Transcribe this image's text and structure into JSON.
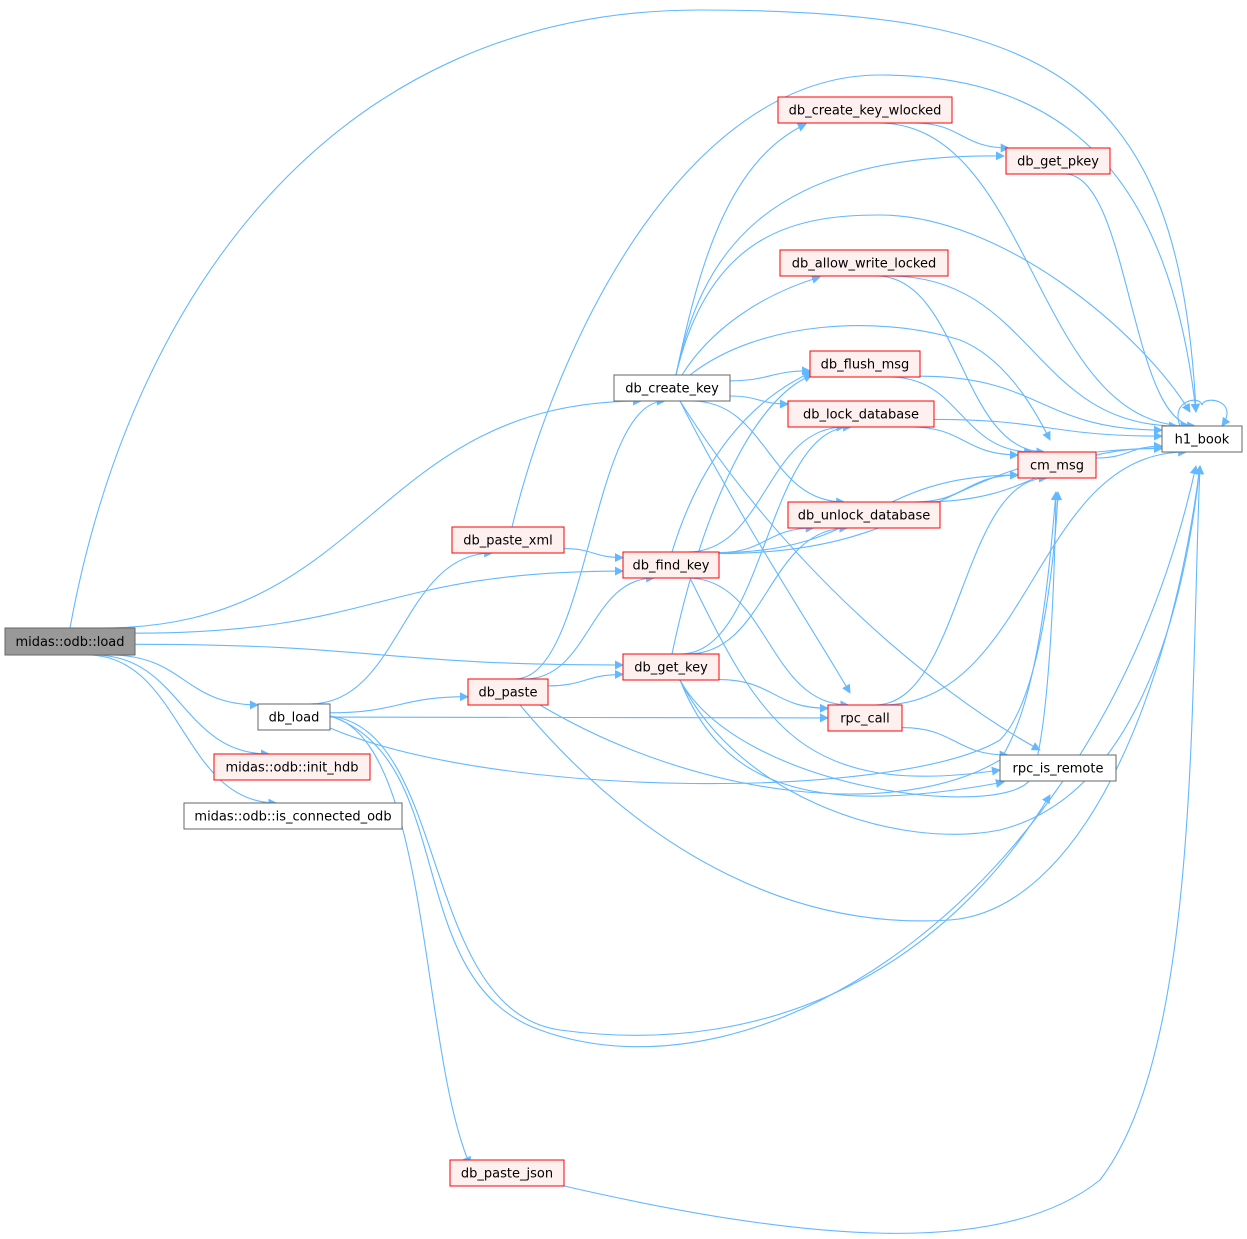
{
  "graph": {
    "colors": {
      "edge": "#63b8ff",
      "root_fill": "#999999",
      "root_stroke": "#666666",
      "plain_fill": "#ffffff",
      "plain_stroke": "#666666",
      "red_fill": "#fff0f0",
      "red_stroke": "#ff0000",
      "text": "#000000"
    },
    "nodes": [
      {
        "id": "load",
        "label": "midas::odb::load",
        "style": "root"
      },
      {
        "id": "db_load",
        "label": "db_load",
        "style": "plain"
      },
      {
        "id": "init_hdb",
        "label": "midas::odb::init_hdb",
        "style": "red"
      },
      {
        "id": "is_conn",
        "label": "midas::odb::is_connected_odb",
        "style": "plain"
      },
      {
        "id": "paste_xml",
        "label": "db_paste_xml",
        "style": "red"
      },
      {
        "id": "paste",
        "label": "db_paste",
        "style": "red"
      },
      {
        "id": "paste_json",
        "label": "db_paste_json",
        "style": "red"
      },
      {
        "id": "create_key",
        "label": "db_create_key",
        "style": "plain"
      },
      {
        "id": "find_key",
        "label": "db_find_key",
        "style": "red"
      },
      {
        "id": "get_key",
        "label": "db_get_key",
        "style": "red"
      },
      {
        "id": "ck_wlocked",
        "label": "db_create_key_wlocked",
        "style": "red"
      },
      {
        "id": "get_pkey",
        "label": "db_get_pkey",
        "style": "red"
      },
      {
        "id": "allow_wl",
        "label": "db_allow_write_locked",
        "style": "red"
      },
      {
        "id": "flush_msg",
        "label": "db_flush_msg",
        "style": "red"
      },
      {
        "id": "lock_db",
        "label": "db_lock_database",
        "style": "red"
      },
      {
        "id": "unlock_db",
        "label": "db_unlock_database",
        "style": "red"
      },
      {
        "id": "cm_msg",
        "label": "cm_msg",
        "style": "red"
      },
      {
        "id": "rpc_call",
        "label": "rpc_call",
        "style": "red"
      },
      {
        "id": "rpc_remote",
        "label": "rpc_is_remote",
        "style": "plain"
      },
      {
        "id": "h1_book",
        "label": "h1_book",
        "style": "plain"
      }
    ],
    "edges": [
      [
        "load",
        "h1_book"
      ],
      [
        "load",
        "create_key"
      ],
      [
        "load",
        "find_key"
      ],
      [
        "load",
        "get_key"
      ],
      [
        "load",
        "db_load"
      ],
      [
        "load",
        "init_hdb"
      ],
      [
        "load",
        "is_conn"
      ],
      [
        "db_load",
        "paste_xml"
      ],
      [
        "db_load",
        "paste"
      ],
      [
        "db_load",
        "rpc_call"
      ],
      [
        "db_load",
        "rpc_remote"
      ],
      [
        "db_load",
        "cm_msg"
      ],
      [
        "db_load",
        "h1_book"
      ],
      [
        "db_load",
        "paste_json"
      ],
      [
        "paste_xml",
        "h1_book"
      ],
      [
        "paste_xml",
        "find_key"
      ],
      [
        "paste",
        "create_key"
      ],
      [
        "paste",
        "find_key"
      ],
      [
        "paste",
        "get_key"
      ],
      [
        "paste",
        "cm_msg"
      ],
      [
        "paste",
        "h1_book"
      ],
      [
        "paste_json",
        "h1_book"
      ],
      [
        "create_key",
        "ck_wlocked"
      ],
      [
        "create_key",
        "get_pkey"
      ],
      [
        "create_key",
        "h1_book"
      ],
      [
        "create_key",
        "allow_wl"
      ],
      [
        "create_key",
        "cm_msg"
      ],
      [
        "create_key",
        "flush_msg"
      ],
      [
        "create_key",
        "lock_db"
      ],
      [
        "create_key",
        "unlock_db"
      ],
      [
        "create_key",
        "rpc_call"
      ],
      [
        "create_key",
        "rpc_remote"
      ],
      [
        "find_key",
        "flush_msg"
      ],
      [
        "find_key",
        "lock_db"
      ],
      [
        "find_key",
        "cm_msg"
      ],
      [
        "find_key",
        "unlock_db"
      ],
      [
        "find_key",
        "h1_book"
      ],
      [
        "find_key",
        "rpc_call"
      ],
      [
        "find_key",
        "rpc_remote"
      ],
      [
        "get_key",
        "flush_msg"
      ],
      [
        "get_key",
        "lock_db"
      ],
      [
        "get_key",
        "unlock_db"
      ],
      [
        "get_key",
        "cm_msg"
      ],
      [
        "get_key",
        "rpc_call"
      ],
      [
        "get_key",
        "rpc_remote"
      ],
      [
        "get_key",
        "h1_book"
      ],
      [
        "ck_wlocked",
        "get_pkey"
      ],
      [
        "ck_wlocked",
        "h1_book"
      ],
      [
        "get_pkey",
        "h1_book"
      ],
      [
        "allow_wl",
        "cm_msg"
      ],
      [
        "allow_wl",
        "h1_book"
      ],
      [
        "flush_msg",
        "cm_msg"
      ],
      [
        "flush_msg",
        "h1_book"
      ],
      [
        "lock_db",
        "cm_msg"
      ],
      [
        "lock_db",
        "h1_book"
      ],
      [
        "unlock_db",
        "cm_msg"
      ],
      [
        "unlock_db",
        "h1_book"
      ],
      [
        "cm_msg",
        "h1_book"
      ],
      [
        "rpc_call",
        "cm_msg"
      ],
      [
        "rpc_call",
        "rpc_remote"
      ],
      [
        "rpc_call",
        "h1_book"
      ],
      [
        "h1_book",
        "h1_book"
      ]
    ]
  }
}
